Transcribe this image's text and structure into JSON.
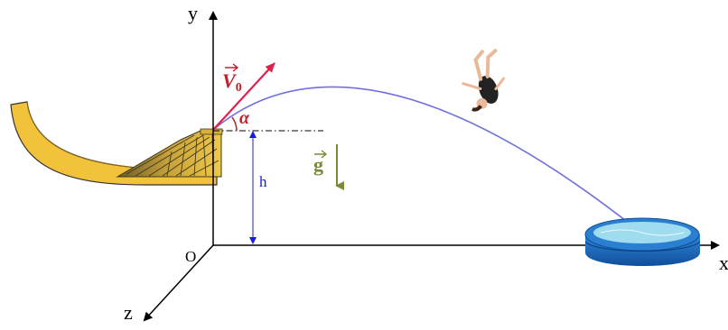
{
  "axes": {
    "y_label": "y",
    "x_label": "x",
    "z_label": "z",
    "origin_label": "O"
  },
  "labels": {
    "velocity_symbol": "V",
    "velocity_subscript": "0",
    "angle": "α",
    "gravity": "g",
    "height": "h"
  },
  "colors": {
    "velocity": "#e0204a",
    "velocity_label": "#c0202a",
    "angle": "#c0202a",
    "gravity": "#7a8a3a",
    "height": "#1a1ae6",
    "trajectory": "#7070e0",
    "ramp_yellow": "#f2c23a",
    "pool_blue": "#1f6fc4",
    "water": "#9fdcf0",
    "axes": "#000000"
  },
  "icons": {
    "ramp": "curved-ramp-illustration",
    "tower": "steel-truss-tower-illustration",
    "jumper": "falling-person-illustration",
    "pool": "inflatable-pool-illustration"
  }
}
